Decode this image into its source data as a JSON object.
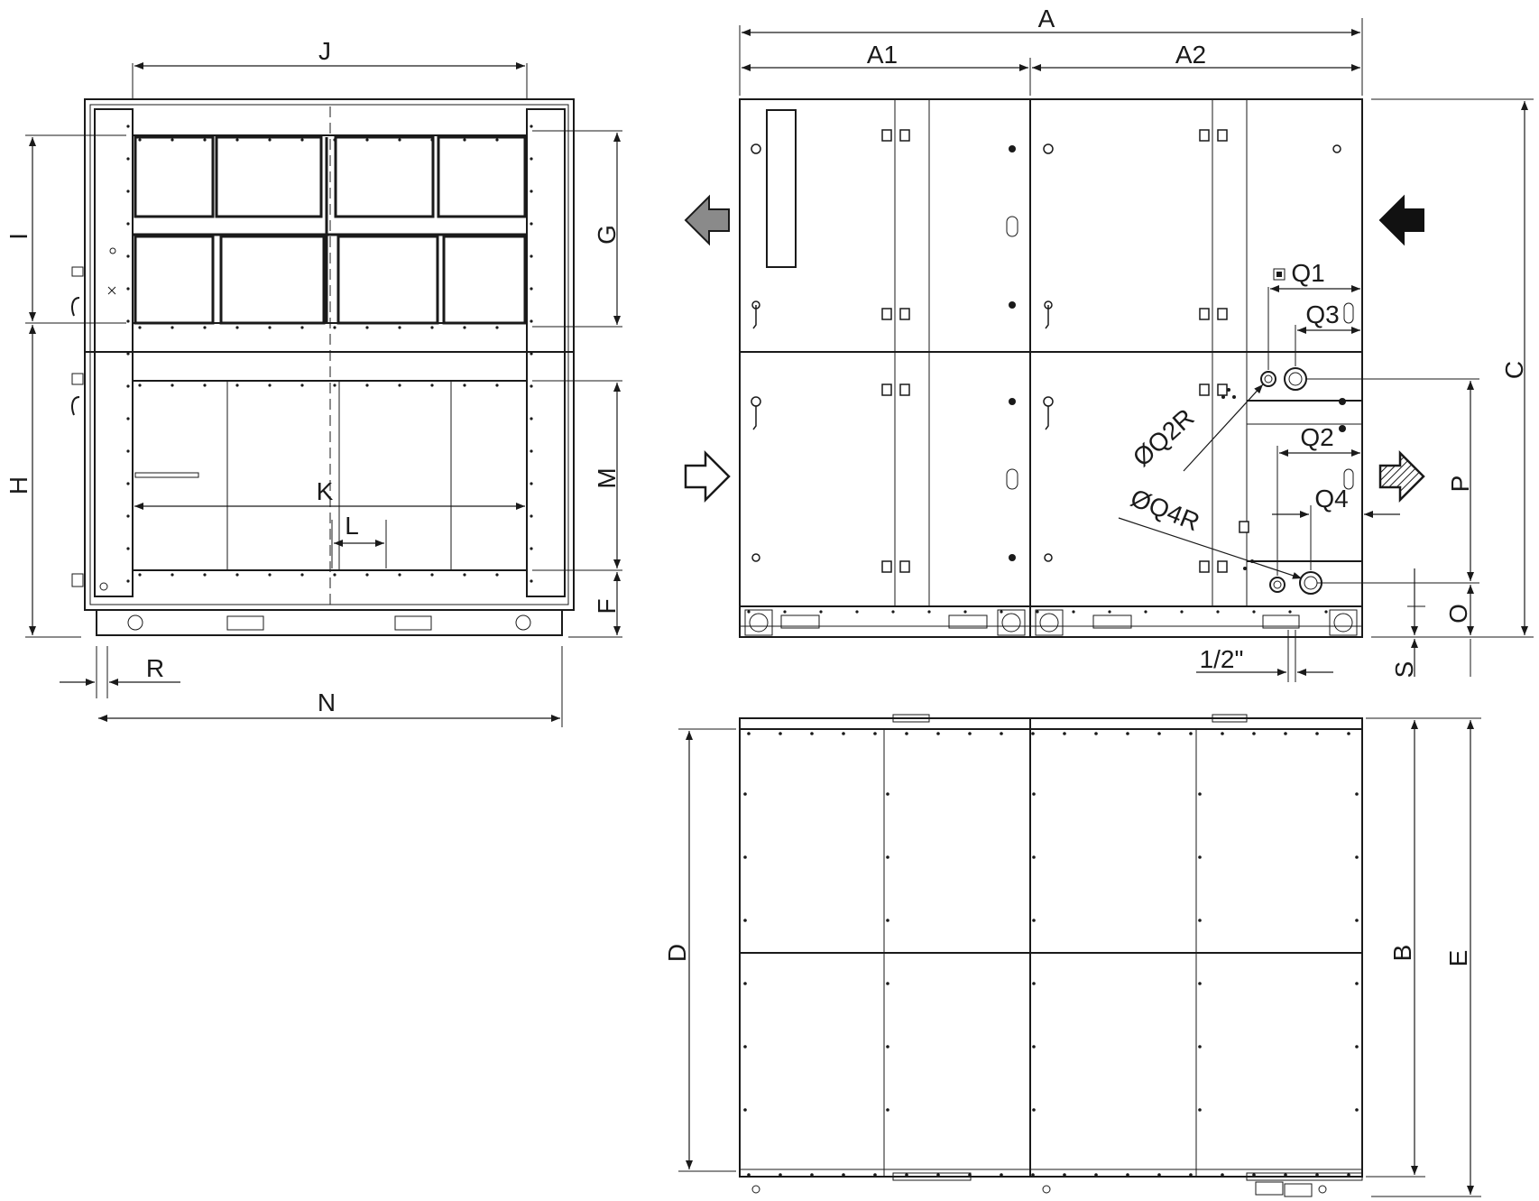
{
  "colors": {
    "line": "#1a1a1a",
    "background": "#ffffff",
    "arrow_outlet_grey": "#8a8a8a",
    "arrow_inlet_black": "#111111"
  },
  "icons": {
    "outlet_air": "arrow-left-grey-icon",
    "inlet_air": "arrow-left-black-icon",
    "supply_air": "arrow-right-outline-icon",
    "exhaust_air": "arrow-right-hatched-icon"
  },
  "front_view": {
    "dims": {
      "J": "J",
      "G": "G",
      "I": "I",
      "H": "H",
      "K": "K",
      "L": "L",
      "M": "M",
      "F": "F",
      "R": "R",
      "N": "N"
    }
  },
  "side_view": {
    "dims": {
      "A": "A",
      "A1": "A1",
      "A2": "A2",
      "C": "C",
      "Q1": "Q1",
      "Q2": "Q2",
      "Q3": "Q3",
      "Q4": "Q4",
      "Q2R": "ØQ2R",
      "Q4R": "ØQ4R",
      "P": "P",
      "O": "O",
      "S": "S",
      "half_inch": "1/2\""
    }
  },
  "top_view": {
    "dims": {
      "D": "D",
      "B": "B",
      "E": "E"
    }
  }
}
